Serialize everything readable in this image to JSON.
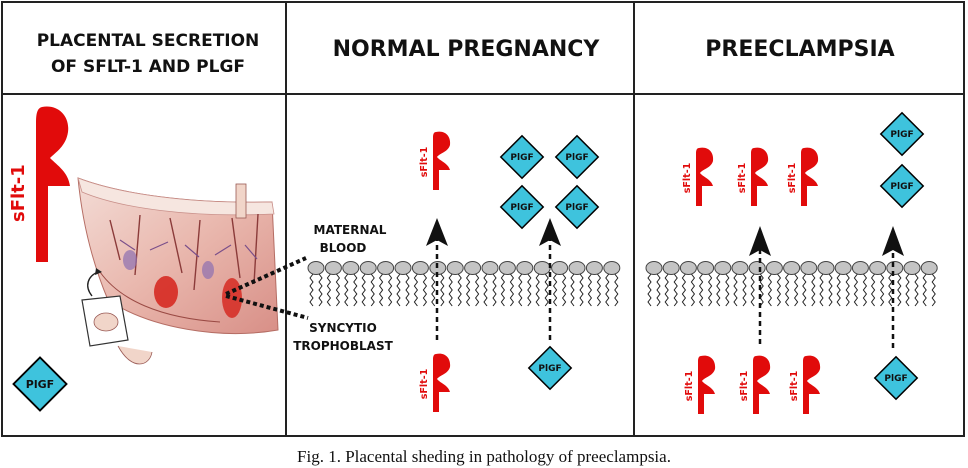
{
  "headers": {
    "panel1_line1": "PLACENTAL SECRETION",
    "panel1_line2": "OF SFLT-1 AND PLGF",
    "panel2": "NORMAL PREGNANCY",
    "panel3": "PREECLAMPSIA"
  },
  "labels": {
    "maternal_line1": "MATERNAL",
    "maternal_line2": "BLOOD",
    "syncytio_line1": "SYNCYTIO",
    "syncytio_line2": "TROPHOBLAST",
    "big_sflt": "sFlt-1"
  },
  "molecules": {
    "sflt": "sFlt-1",
    "plgf": "PlGF"
  },
  "caption": "Fig. 1.  Placental sheding in pathology of preeclampsia.",
  "colors": {
    "sflt_red": "#e10b0b",
    "plgf_blue": "#3ec3dd",
    "membrane_grey": "#c4c4c4"
  }
}
